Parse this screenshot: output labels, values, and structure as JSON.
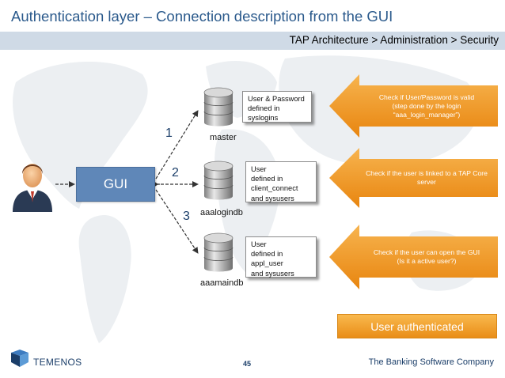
{
  "title": "Authentication layer – Connection description from the GUI",
  "breadcrumb": "TAP Architecture > Administration > Security",
  "gui_label": "GUI",
  "steps": [
    "1",
    "2",
    "3"
  ],
  "databases": [
    "master",
    "aaalogindb",
    "aaamaindb"
  ],
  "callouts": [
    [
      "User & Password",
      "defined in",
      "syslogins"
    ],
    [
      "User",
      "defined in",
      "client_connect",
      "and sysusers"
    ],
    [
      "User",
      "defined in",
      "appl_user",
      "and sysusers"
    ]
  ],
  "arrows": [
    [
      "Check if User/Password is valid",
      "(step done by the login “aaa_login_manager”)"
    ],
    [
      "Check if the user is linked to a TAP Core server"
    ],
    [
      "Check if the user  can open the GUI",
      "(Is it a active user?)"
    ]
  ],
  "result": "User authenticated",
  "footer": {
    "logo": "TEMENOS",
    "page": "45",
    "tagline": "The Banking Software Company"
  },
  "colors": {
    "title": "#2b5a8c",
    "gui": "#5f87b8",
    "accent_orange": "#f2a33a",
    "footer_text": "#1b3e69"
  }
}
